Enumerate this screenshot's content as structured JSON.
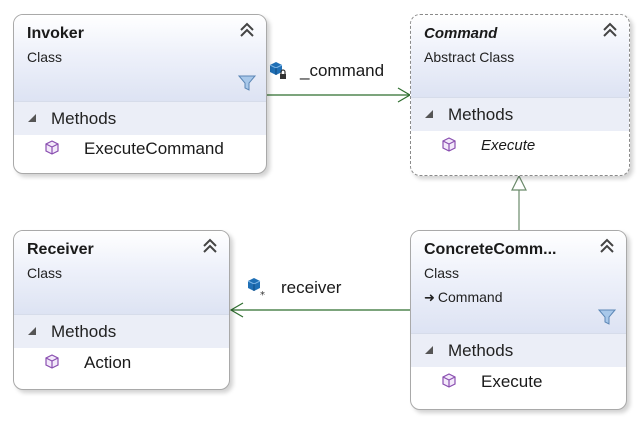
{
  "shapes": {
    "invoker": {
      "name": "Invoker",
      "kind": "Class",
      "section": "Methods",
      "methods": [
        "ExecuteCommand"
      ]
    },
    "command": {
      "name": "Command",
      "kind": "Abstract Class",
      "section": "Methods",
      "methods": [
        "Execute"
      ]
    },
    "receiver": {
      "name": "Receiver",
      "kind": "Class",
      "section": "Methods",
      "methods": [
        "Action"
      ]
    },
    "concrete_command": {
      "name": "ConcreteComm...",
      "kind": "Class",
      "inherits": "Command",
      "section": "Methods",
      "methods": [
        "Execute"
      ]
    }
  },
  "associations": {
    "command_field": "_command",
    "receiver_field": "receiver"
  },
  "colors": {
    "header_gradient_end": "#dde3f3",
    "section_bg": "#ebeef7",
    "association_line": "#2f6e2f",
    "inheritance_line": "#6a8a6a",
    "method_icon": "#8a4fb0",
    "field_icon": "#1f6fb5"
  },
  "icons": {
    "collapse": "double-chevron-up-icon",
    "filter": "funnel-icon",
    "method": "method-cube-icon",
    "field_private": "field-lock-icon",
    "field_protected": "field-star-icon"
  }
}
